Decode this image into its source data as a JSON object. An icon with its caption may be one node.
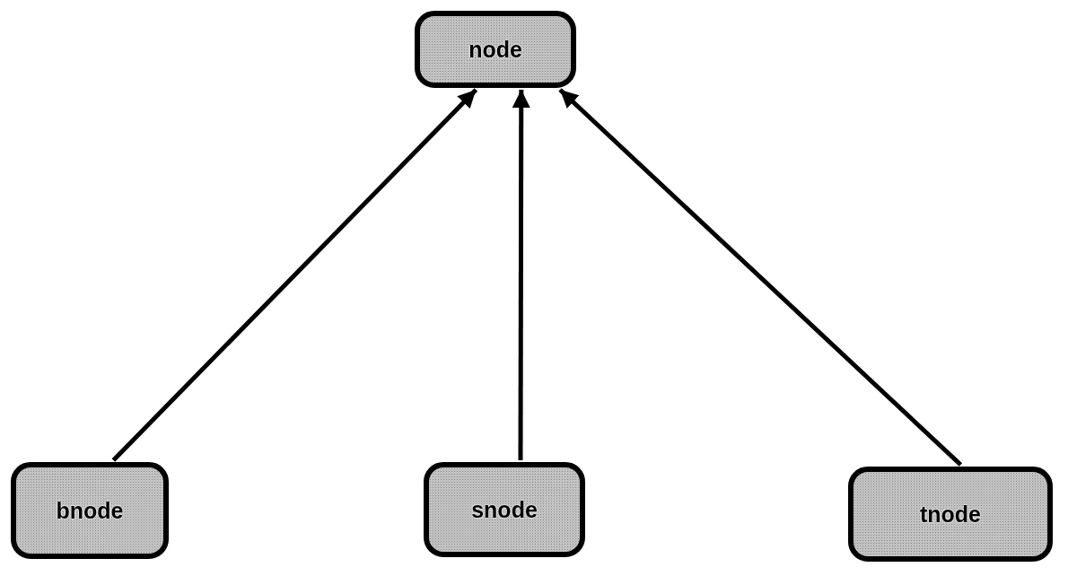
{
  "diagram": {
    "nodes": [
      {
        "text": [
          "node"
        ]
      },
      {
        "text": [
          "bnode"
        ]
      },
      {
        "text": [
          "snode"
        ]
      },
      {
        "text": [
          "tnode"
        ]
      }
    ],
    "edges": [
      {
        "from": 1,
        "to": 0,
        "arrow": "to"
      },
      {
        "from": 2,
        "to": 0,
        "arrow": "to"
      },
      {
        "from": 3,
        "to": 0,
        "arrow": "to"
      }
    ]
  }
}
